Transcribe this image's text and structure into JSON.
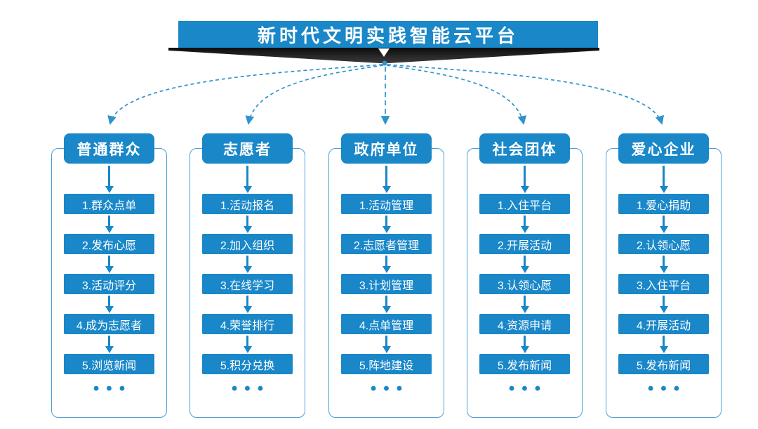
{
  "banner": {
    "title": "新时代文明实践智能云平台"
  },
  "colors": {
    "primary_blue": "#1987c8",
    "dashed_connector_blue": "#2e93cc",
    "outline_blue": "#4aa0d4",
    "ribbon_black": "#1d1d1d",
    "background": "#ffffff",
    "text_white": "#ffffff"
  },
  "columns": [
    {
      "header": "普通群众",
      "items": [
        "1.群众点单",
        "2.发布心愿",
        "3.活动评分",
        "4.成为志愿者",
        "5.浏览新闻"
      ],
      "ellipsis": "•••"
    },
    {
      "header": "志愿者",
      "items": [
        "1.活动报名",
        "2.加入组织",
        "3.在线学习",
        "4.荣誉排行",
        "5.积分兑换"
      ],
      "ellipsis": "•••"
    },
    {
      "header": "政府单位",
      "items": [
        "1.活动管理",
        "2.志愿者管理",
        "3.计划管理",
        "4.点单管理",
        "5.阵地建设"
      ],
      "ellipsis": "•••"
    },
    {
      "header": "社会团体",
      "items": [
        "1.入住平台",
        "2.开展活动",
        "3.认领心愿",
        "4.资源申请",
        "5.发布新闻"
      ],
      "ellipsis": "•••"
    },
    {
      "header": "爱心企业",
      "items": [
        "1.爱心捐助",
        "2.认领心愿",
        "3.入住平台",
        "4.开展活动",
        "5.发布新闻"
      ],
      "ellipsis": "•••"
    }
  ]
}
